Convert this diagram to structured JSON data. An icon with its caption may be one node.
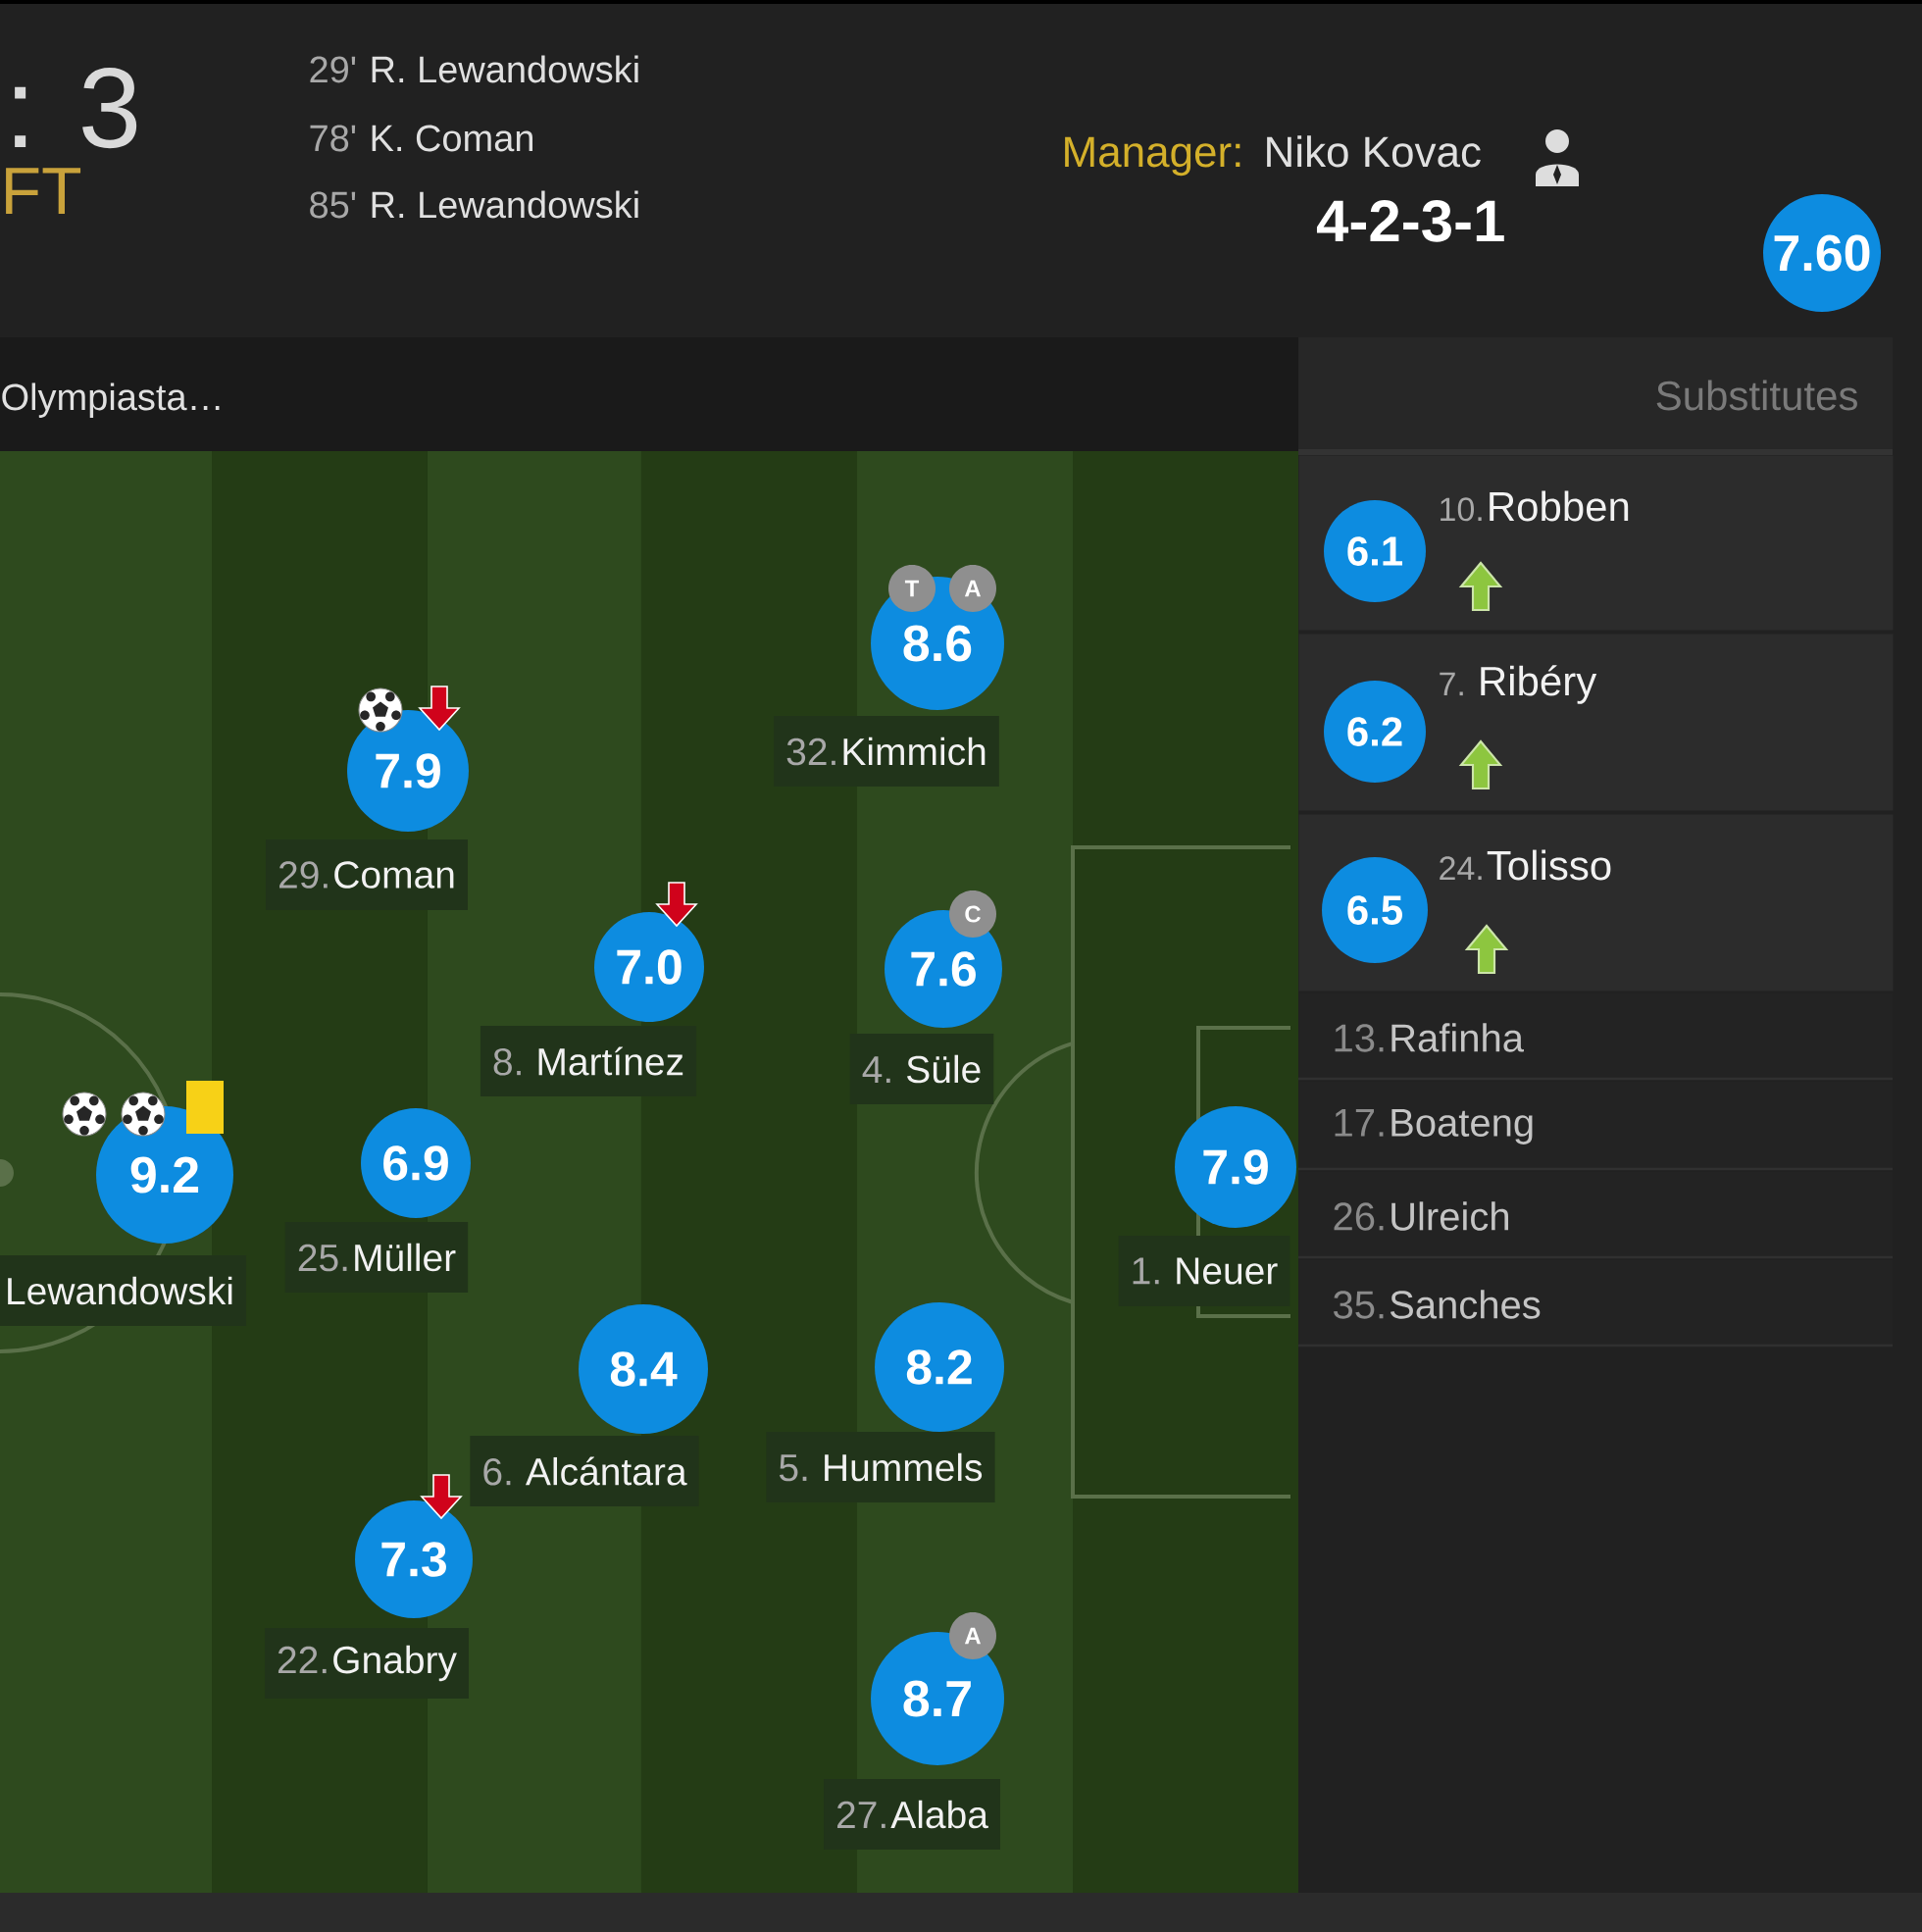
{
  "diagram": {
    "nodes": [
      {
        "text": [
          "7.60"
        ]
      },
      {
        "text": [
          "T"
        ]
      },
      {
        "text": [
          "A"
        ]
      },
      {
        "text": [
          "8.6"
        ],
        "beside": [
          "32.",
          "Kimmich"
        ]
      },
      {
        "text": [
          "7.9"
        ],
        "beside": [
          "29.",
          "Coman"
        ]
      },
      {
        "text": [
          "7.0"
        ],
        "beside": [
          "8.",
          "Martínez"
        ]
      },
      {
        "text": [
          "C"
        ]
      },
      {
        "text": [
          "7.6"
        ],
        "beside": [
          "4.",
          "Süle"
        ]
      },
      {
        "text": [
          "9.2"
        ],
        "beside": [
          "Lewandowski"
        ]
      },
      {
        "text": [
          "6.9"
        ],
        "beside": [
          "25.",
          "Müller"
        ]
      },
      {
        "text": [
          "7.9"
        ],
        "beside": [
          "1.",
          "Neuer"
        ]
      },
      {
        "text": [
          "8.4"
        ],
        "beside": [
          "6.",
          "Alcántara"
        ]
      },
      {
        "text": [
          "8.2"
        ],
        "beside": [
          "5.",
          "Hummels"
        ]
      },
      {
        "text": [
          "7.3"
        ],
        "beside": [
          "22.",
          "Gnabry"
        ]
      },
      {
        "text": [
          "A"
        ]
      },
      {
        "text": [
          "8.7"
        ],
        "beside": [
          "27.",
          "Alaba"
        ]
      },
      {
        "text": [
          "10.",
          "Robben"
        ]
      },
      {
        "text": [
          "6.1"
        ],
        "in": 16
      },
      {
        "text": [
          "7.",
          "Ribéry"
        ]
      },
      {
        "text": [
          "6.2"
        ],
        "in": 18
      },
      {
        "text": [
          "24.",
          "Tolisso"
        ]
      },
      {
        "text": [
          "6.5"
        ],
        "in": 20
      },
      {
        "text": [
          "13.",
          "Rafinha"
        ]
      },
      {
        "text": [
          "17.",
          "Boateng"
        ]
      },
      {
        "text": [
          "26.",
          "Ulreich"
        ]
      },
      {
        "text": [
          "35.",
          "Sanches"
        ]
      }
    ],
    "labels": [
      ": 3",
      "FT",
      "29'",
      "R. Lewandowski",
      "78'",
      "K. Coman",
      "85'",
      "R. Lewandowski",
      "Manager:",
      "Niko Kovac",
      "4-2-3-1",
      "Olympiasta…",
      "Substitutes"
    ]
  }
}
